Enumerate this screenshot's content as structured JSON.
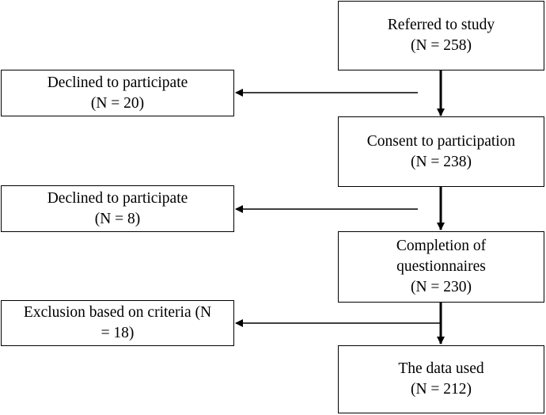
{
  "main_steps": [
    {
      "label": "Referred to study",
      "count": "(N = 258)"
    },
    {
      "label": "Consent to participation",
      "count": "(N = 238)"
    },
    {
      "label": "Completion of questionnaires",
      "count": "(N = 230)"
    },
    {
      "label": "The data used",
      "count": "(N = 212)"
    }
  ],
  "exclusions": [
    {
      "label": "Declined to participate",
      "count": "(N = 20)"
    },
    {
      "label": "Declined to participate",
      "count": "(N = 8)"
    },
    {
      "label": "Exclusion based on criteria (N",
      "count": "= 18)"
    }
  ]
}
